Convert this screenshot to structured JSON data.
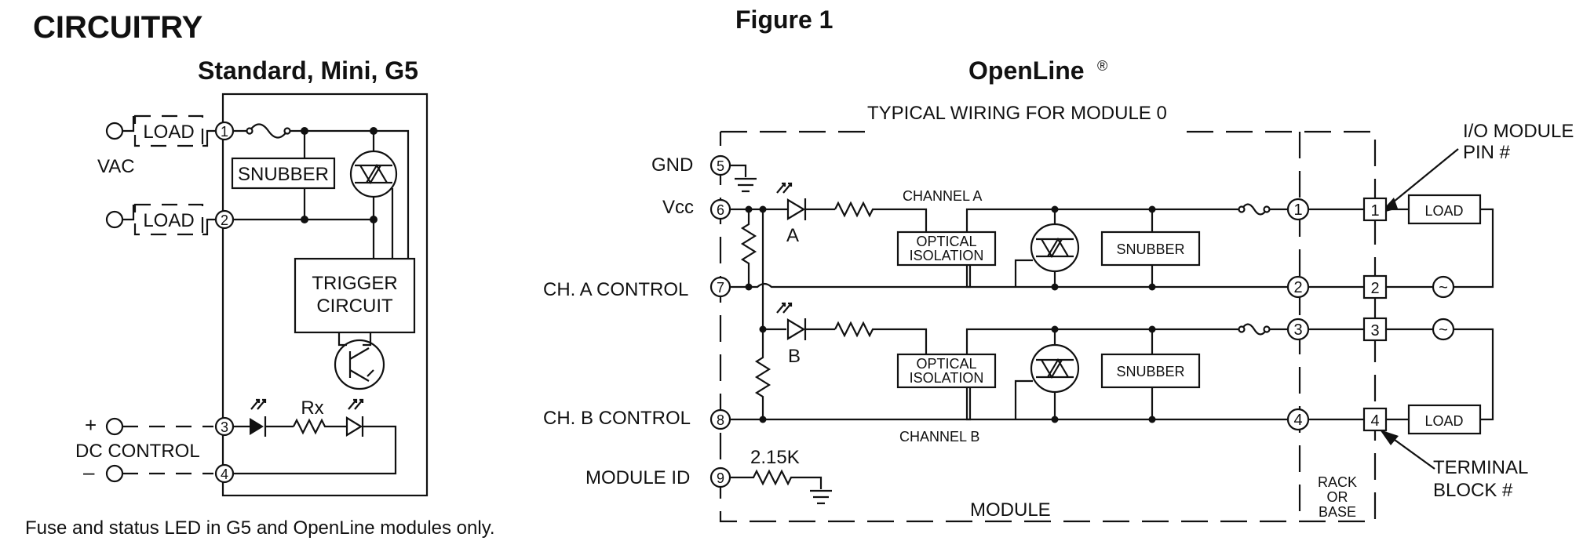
{
  "left": {
    "heading": "CIRCUITRY",
    "subtitle": "Standard, Mini, G5",
    "load1": "LOAD",
    "load2": "LOAD",
    "vac": "VAC",
    "pin1": "1",
    "pin2": "2",
    "pin3": "3",
    "pin4": "4",
    "snubber": "SNUBBER",
    "trigger_line1": "TRIGGER",
    "trigger_line2": "CIRCUIT",
    "rx": "Rx",
    "plus": "+",
    "minus": "–",
    "dc_control": "DC CONTROL",
    "footnote": "Fuse and status LED in G5 and OpenLine modules only."
  },
  "right": {
    "figure": "Figure 1",
    "title": "OpenLine",
    "title_mark": "®",
    "typical_wiring": "TYPICAL WIRING FOR MODULE 0",
    "io_pin_line1": "I/O MODULE",
    "io_pin_line2": "PIN #",
    "gnd": "GND",
    "vcc": "Vcc",
    "ch_a_control": "CH. A CONTROL",
    "ch_b_control": "CH. B CONTROL",
    "module_id": "MODULE ID",
    "pins": {
      "p5": "5",
      "p6": "6",
      "p7": "7",
      "p8": "8",
      "p9": "9"
    },
    "led_a": "A",
    "led_b": "B",
    "channel_a": "CHANNEL A",
    "channel_b": "CHANNEL B",
    "optical_line1": "OPTICAL",
    "optical_line2": "ISOLATION",
    "snubber": "SNUBBER",
    "resistor_value": "2.15K",
    "module": "MODULE",
    "rack_line1": "RACK",
    "rack_line2": "OR",
    "rack_line3": "BASE",
    "io_pins": [
      "1",
      "2",
      "3",
      "4"
    ],
    "terminals": [
      "1",
      "2",
      "3",
      "4"
    ],
    "load": "LOAD",
    "ac_source": "~",
    "terminal_line1": "TERMINAL",
    "terminal_line2": "BLOCK #"
  }
}
